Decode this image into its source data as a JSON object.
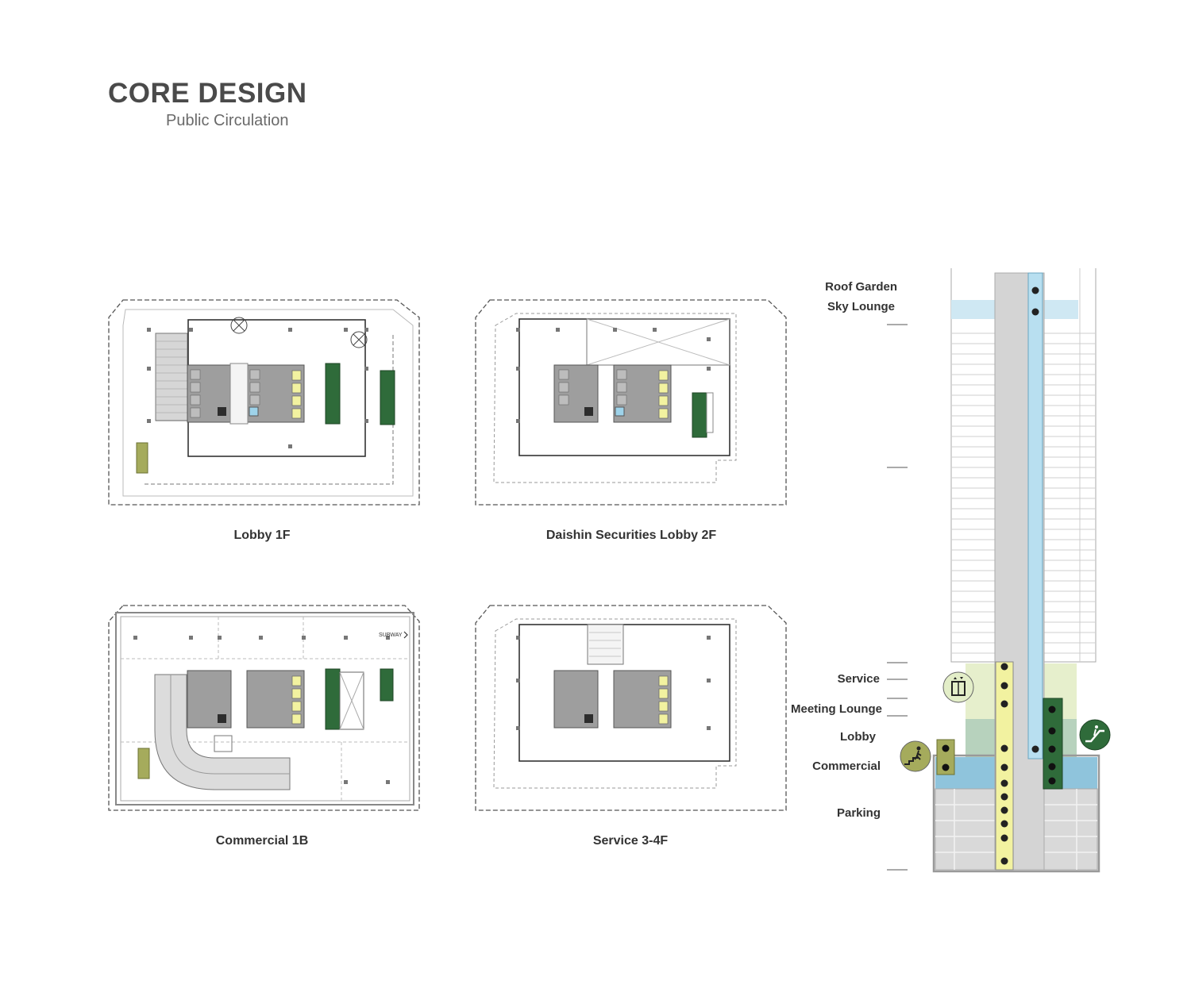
{
  "header": {
    "title": "CORE DESIGN",
    "subtitle": "Public Circulation"
  },
  "plans": [
    {
      "id": "lobby-1f",
      "caption": "Lobby  1F"
    },
    {
      "id": "lobby-2f",
      "caption": "Daishin Securities Lobby  2F"
    },
    {
      "id": "commercial-1b",
      "caption": "Commercial 1B",
      "marker": "SUBWAY"
    },
    {
      "id": "service-3-4f",
      "caption": "Service 3-4F"
    }
  ],
  "section": {
    "levels": {
      "roof_garden": "Roof Garden",
      "sky_lounge": "Sky Lounge",
      "service": "Service",
      "meeting_lounge": "Meeting Lounge",
      "lobby": "Lobby",
      "commercial": "Commercial",
      "parking": "Parking"
    },
    "icons": [
      "elevator-icon",
      "stairs-icon",
      "escalator-icon"
    ]
  },
  "colors": {
    "core_gray": "#9e9e9e",
    "elevator_yellow": "#f2f2a0",
    "escalator_green": "#2f6b3a",
    "stair_olive": "#a5ab5c",
    "shaft_blue": "#b8dff0",
    "commercial_blue": "#8fc4dc",
    "lobby_sage": "#b7d2bd",
    "service_cream": "#e3eec8"
  }
}
